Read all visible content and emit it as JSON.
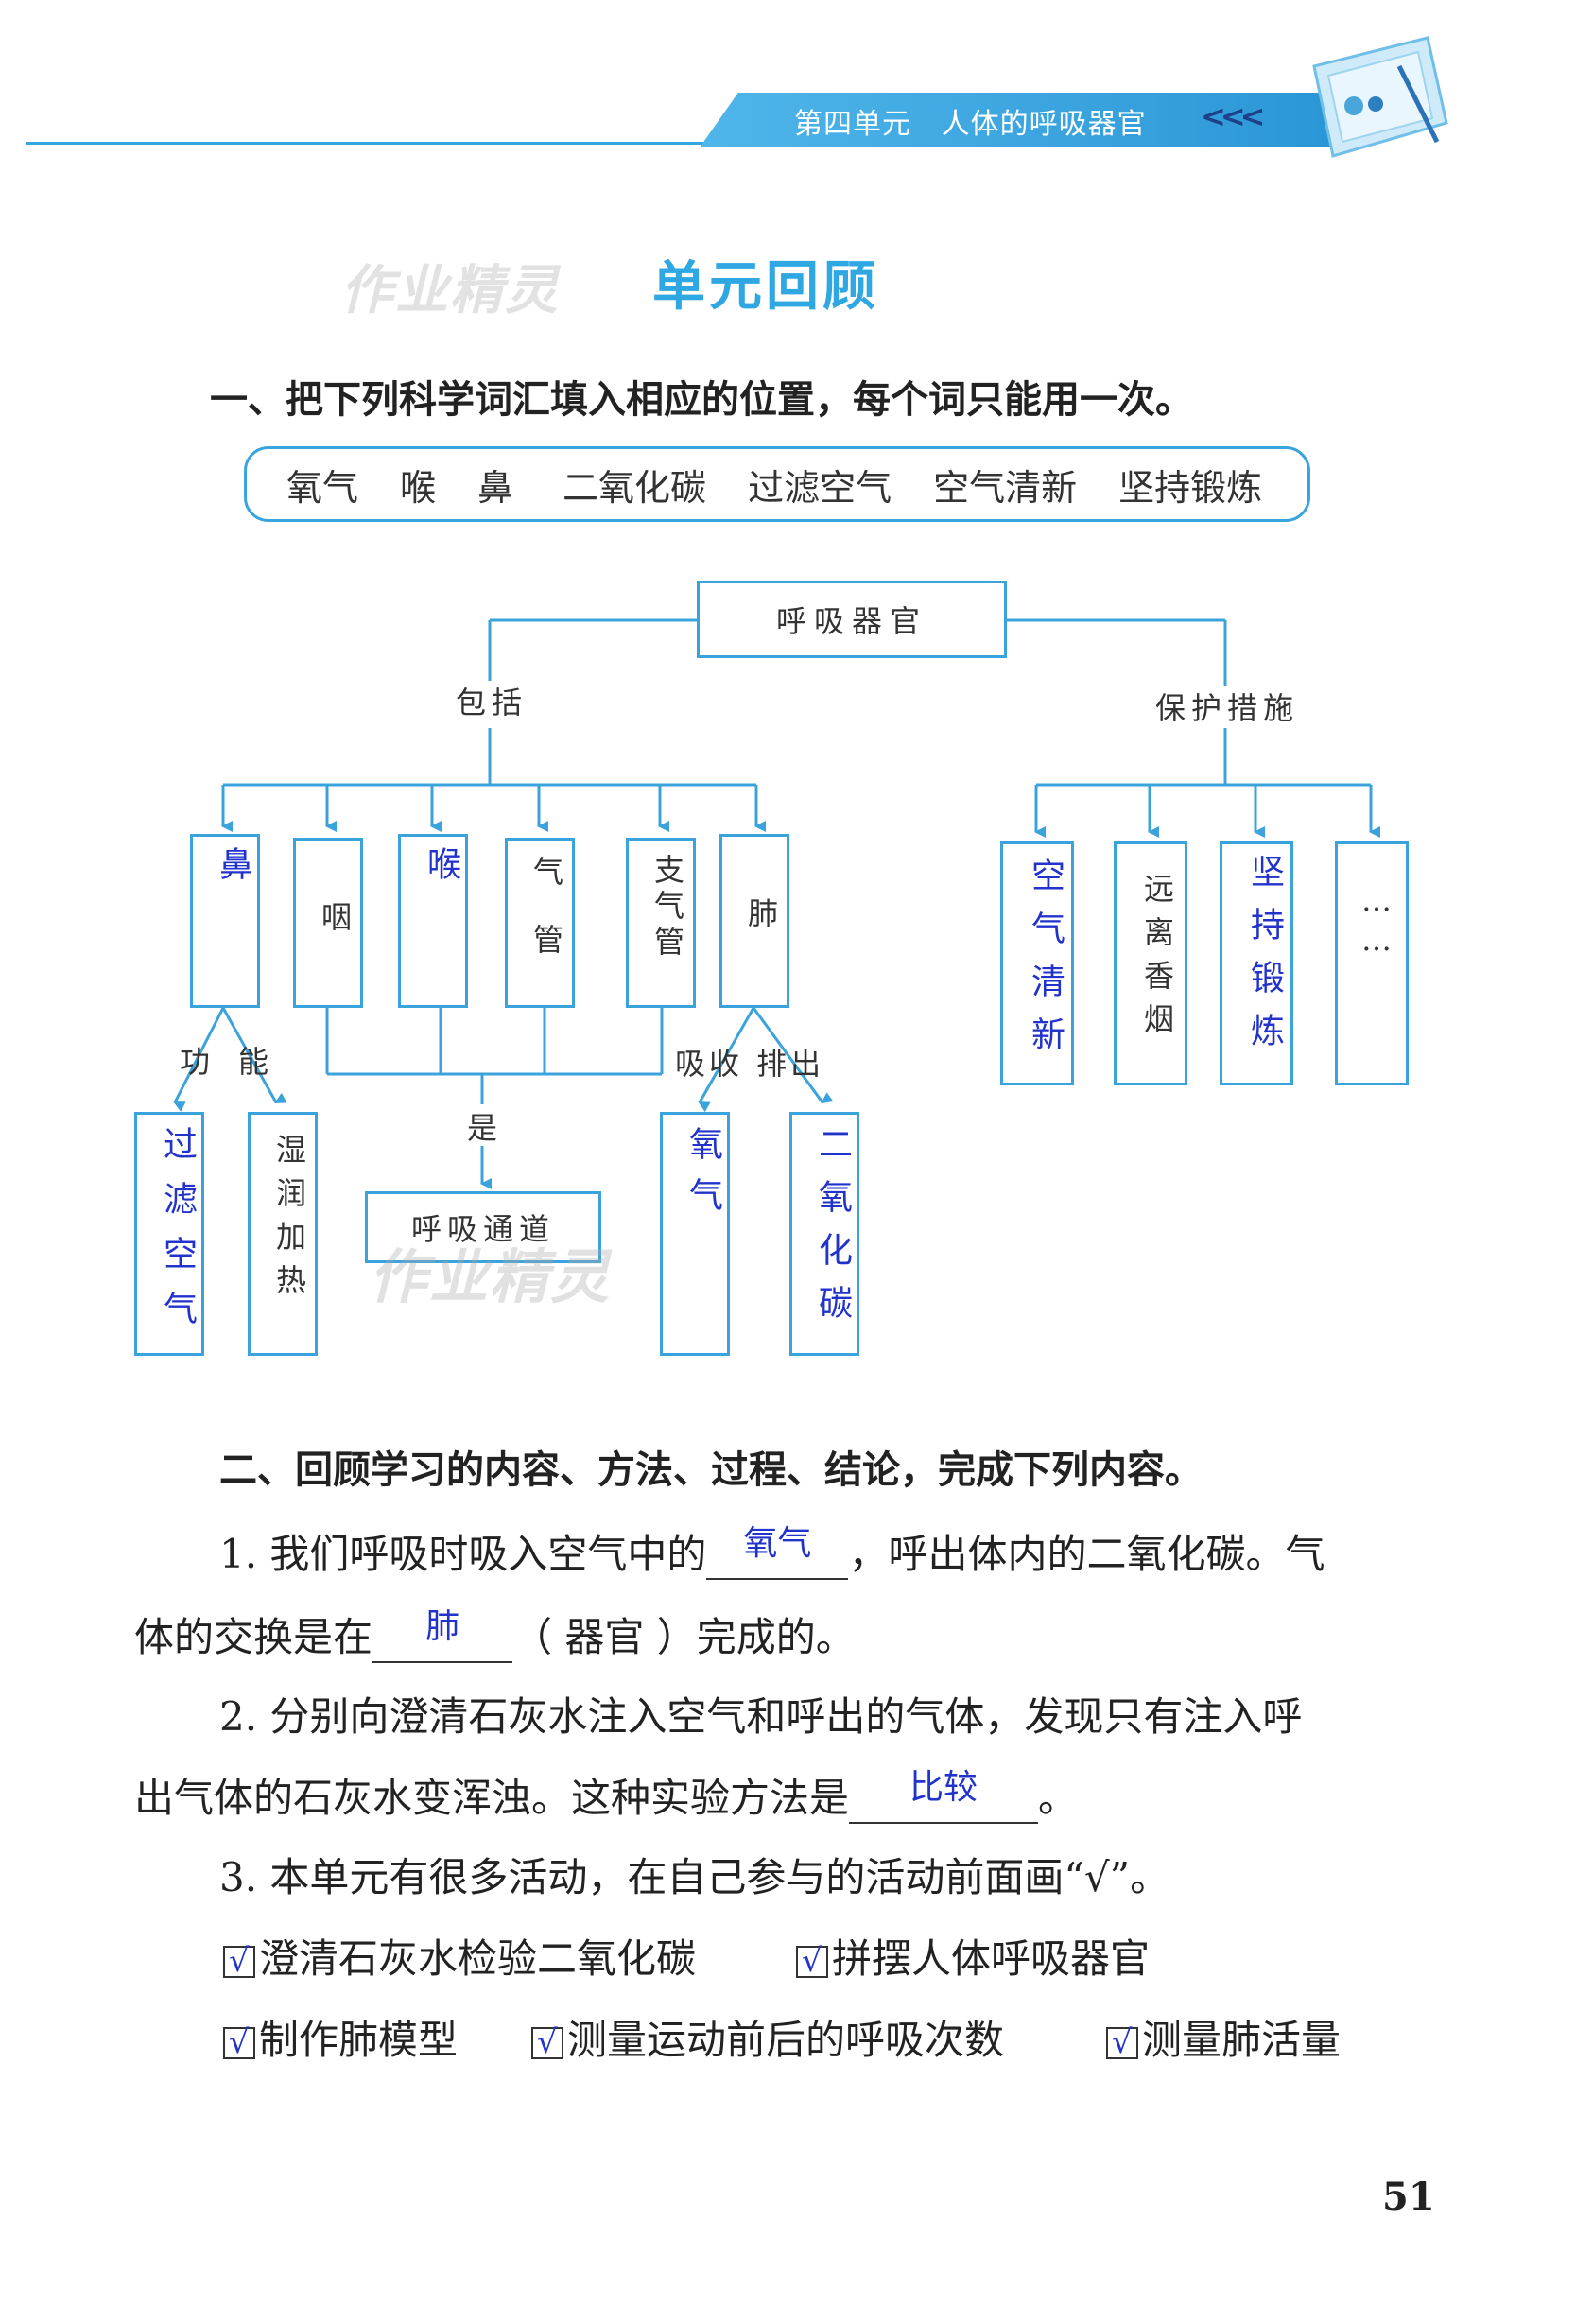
{
  "header": {
    "unit": "第四单元",
    "title": "人体的呼吸器官",
    "arrows": "<<<"
  },
  "watermark": "作业精灵",
  "unit_title": "单元回顾",
  "q1": {
    "heading": "一、把下列科学词汇填入相应的位置，每个词只能用一次。",
    "words": [
      "氧气",
      "喉",
      "鼻",
      "二氧化碳",
      "过滤空气",
      "空气清新",
      "坚持锻炼"
    ]
  },
  "diagram": {
    "root": "呼吸器官",
    "include_label": "包括",
    "protect_label": "保护措施",
    "organs": [
      {
        "text": "鼻",
        "handwritten": true
      },
      {
        "text": "咽",
        "handwritten": false
      },
      {
        "text": "喉",
        "handwritten": true
      },
      {
        "text": "气管",
        "handwritten": false
      },
      {
        "text": "支气管",
        "handwritten": false
      },
      {
        "text": "肺",
        "handwritten": false
      }
    ],
    "measures": [
      {
        "text": "空气清新",
        "handwritten": true
      },
      {
        "text": "远离香烟",
        "handwritten": false
      },
      {
        "text": "坚持锻炼",
        "handwritten": true
      },
      {
        "text": "……",
        "handwritten": false
      }
    ],
    "function_label": "功能",
    "functions": [
      {
        "text": "过滤空气",
        "handwritten": true
      },
      {
        "text": "湿润加热",
        "handwritten": false
      }
    ],
    "is_label": "是",
    "airway": "呼吸通道",
    "lung_label": "吸收 排出",
    "lung_outputs": [
      {
        "text": "氧气",
        "handwritten": true
      },
      {
        "text": "二氧化碳",
        "handwritten": true
      }
    ]
  },
  "q2": {
    "heading": "二、回顾学习的内容、方法、过程、结论，完成下列内容。",
    "item1_a": "1. 我们呼吸时吸入空气中的",
    "item1_ans1": "氧气",
    "item1_b": "，呼出体内的二氧化碳。气",
    "item1_c": "体的交换是在",
    "item1_ans2": "肺",
    "item1_d": "（ 器官 ）完成的。",
    "item2_a": "2. 分别向澄清石灰水注入空气和呼出的气体，发现只有注入呼",
    "item2_b": "出气体的石灰水变浑浊。这种实验方法是",
    "item2_ans": "比较",
    "item2_c": "。",
    "item3": "3. 本单元有很多活动，在自己参与的活动前面画“√”。",
    "tick": "√",
    "activities": [
      "澄清石灰水检验二氧化碳",
      "拼摆人体呼吸器官",
      "制作肺模型",
      "测量运动前后的呼吸次数",
      "测量肺活量"
    ]
  },
  "page_number": "51"
}
